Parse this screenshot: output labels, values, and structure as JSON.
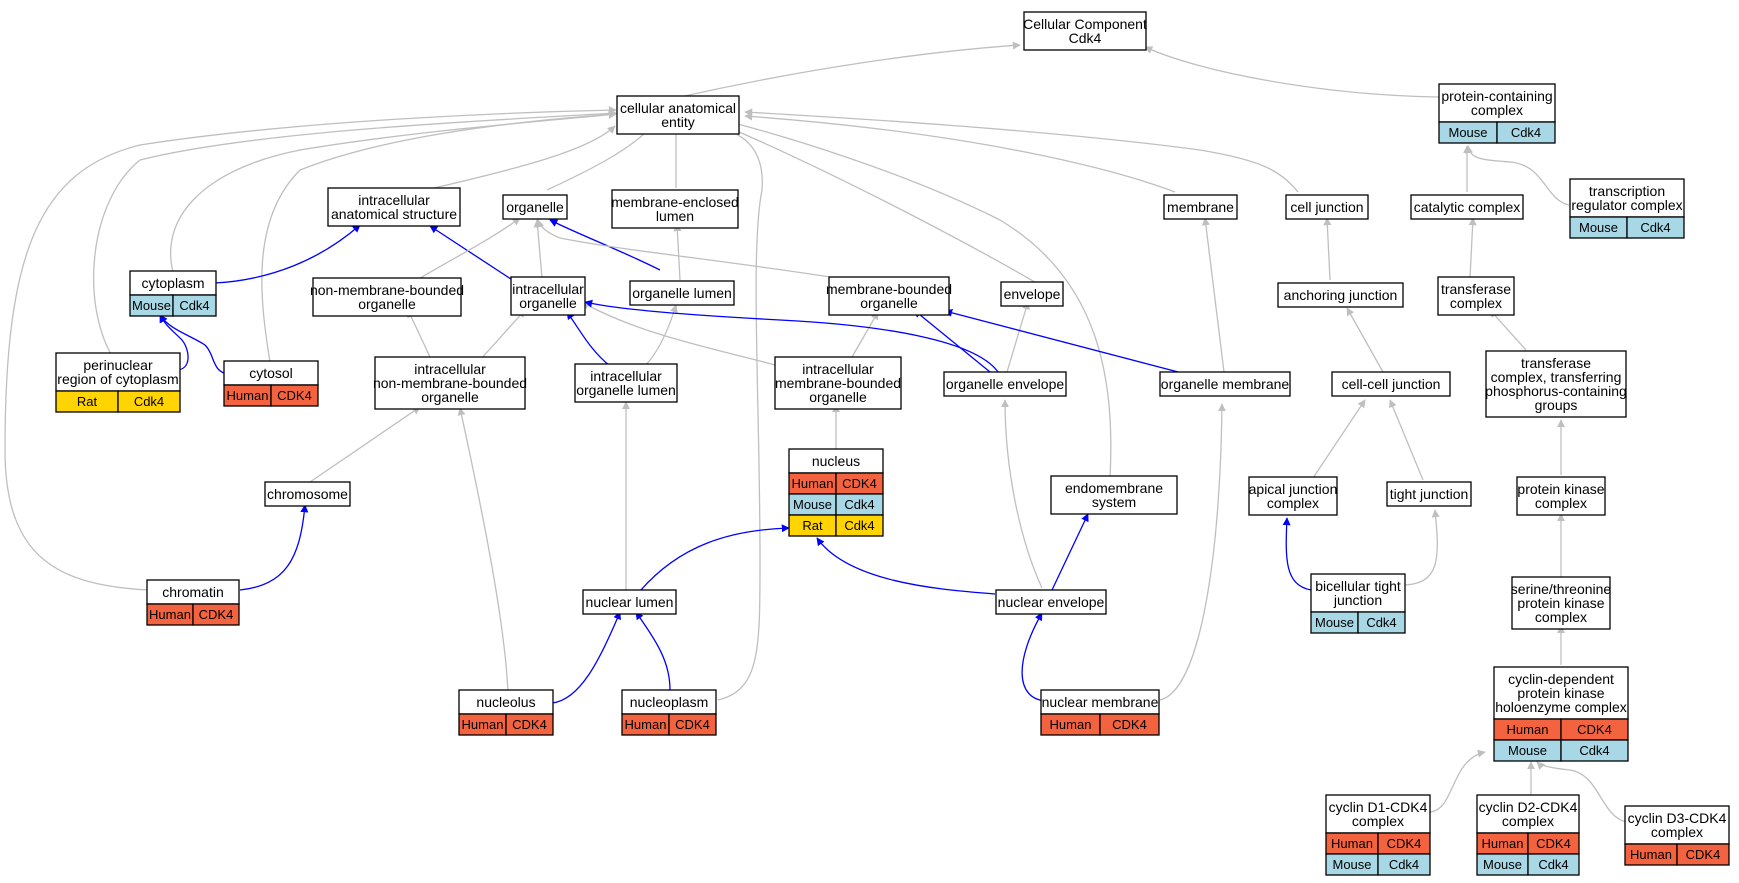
{
  "colors": {
    "Human": "#f4633f",
    "Mouse": "#a8d7e5",
    "Rat": "#ffd400",
    "edge_gray": "#bfbfbf",
    "edge_blue": "#0000ff"
  },
  "nodes": [
    {
      "id": "root",
      "lines": [
        "Cellular Component",
        "Cdk4"
      ],
      "rows": []
    },
    {
      "id": "cae",
      "lines": [
        "cellular anatomical",
        "entity"
      ],
      "rows": []
    },
    {
      "id": "pcc",
      "lines": [
        "protein-containing",
        "complex"
      ],
      "rows": [
        [
          "Mouse",
          "Cdk4"
        ]
      ]
    },
    {
      "id": "ias",
      "lines": [
        "intracellular",
        "anatomical structure"
      ],
      "rows": []
    },
    {
      "id": "org",
      "lines": [
        "organelle"
      ],
      "rows": []
    },
    {
      "id": "mel",
      "lines": [
        "membrane-enclosed",
        "lumen"
      ],
      "rows": []
    },
    {
      "id": "mem",
      "lines": [
        "membrane"
      ],
      "rows": []
    },
    {
      "id": "cj",
      "lines": [
        "cell junction"
      ],
      "rows": []
    },
    {
      "id": "cc",
      "lines": [
        "catalytic complex"
      ],
      "rows": []
    },
    {
      "id": "trc",
      "lines": [
        "transcription",
        "regulator complex"
      ],
      "rows": [
        [
          "Mouse",
          "Cdk4"
        ]
      ]
    },
    {
      "id": "cyto",
      "lines": [
        "cytoplasm"
      ],
      "rows": [
        [
          "Mouse",
          "Cdk4"
        ]
      ]
    },
    {
      "id": "nmbo",
      "lines": [
        "non-membrane-bounded",
        "organelle"
      ],
      "rows": []
    },
    {
      "id": "io",
      "lines": [
        "intracellular",
        "organelle"
      ],
      "rows": []
    },
    {
      "id": "ol",
      "lines": [
        "organelle lumen"
      ],
      "rows": []
    },
    {
      "id": "mbo",
      "lines": [
        "membrane-bounded",
        "organelle"
      ],
      "rows": []
    },
    {
      "id": "env",
      "lines": [
        "envelope"
      ],
      "rows": []
    },
    {
      "id": "aj",
      "lines": [
        "anchoring junction"
      ],
      "rows": []
    },
    {
      "id": "tc",
      "lines": [
        "transferase",
        "complex"
      ],
      "rows": []
    },
    {
      "id": "prc",
      "lines": [
        "perinuclear",
        "region of cytoplasm"
      ],
      "rows": [
        [
          "Rat",
          "Cdk4"
        ]
      ]
    },
    {
      "id": "cytosol",
      "lines": [
        "cytosol"
      ],
      "rows": [
        [
          "Human",
          "CDK4"
        ]
      ]
    },
    {
      "id": "inmbo",
      "lines": [
        "intracellular",
        "non-membrane-bounded",
        "organelle"
      ],
      "rows": []
    },
    {
      "id": "iol",
      "lines": [
        "intracellular",
        "organelle lumen"
      ],
      "rows": []
    },
    {
      "id": "imbo",
      "lines": [
        "intracellular",
        "membrane-bounded",
        "organelle"
      ],
      "rows": []
    },
    {
      "id": "oe",
      "lines": [
        "organelle envelope"
      ],
      "rows": []
    },
    {
      "id": "om",
      "lines": [
        "organelle membrane"
      ],
      "rows": []
    },
    {
      "id": "ccj",
      "lines": [
        "cell-cell junction"
      ],
      "rows": []
    },
    {
      "id": "tctp",
      "lines": [
        "transferase",
        "complex, transferring",
        "phosphorus-containing",
        "groups"
      ],
      "rows": []
    },
    {
      "id": "nuc",
      "lines": [
        "nucleus"
      ],
      "rows": [
        [
          "Human",
          "CDK4"
        ],
        [
          "Mouse",
          "Cdk4"
        ],
        [
          "Rat",
          "Cdk4"
        ]
      ]
    },
    {
      "id": "chr",
      "lines": [
        "chromosome"
      ],
      "rows": []
    },
    {
      "id": "ems",
      "lines": [
        "endomembrane",
        "system"
      ],
      "rows": []
    },
    {
      "id": "ajc",
      "lines": [
        "apical junction",
        "complex"
      ],
      "rows": []
    },
    {
      "id": "tj",
      "lines": [
        "tight junction"
      ],
      "rows": []
    },
    {
      "id": "pkc",
      "lines": [
        "protein kinase",
        "complex"
      ],
      "rows": []
    },
    {
      "id": "chrom",
      "lines": [
        "chromatin"
      ],
      "rows": [
        [
          "Human",
          "CDK4"
        ]
      ]
    },
    {
      "id": "nl",
      "lines": [
        "nuclear lumen"
      ],
      "rows": []
    },
    {
      "id": "ne",
      "lines": [
        "nuclear envelope"
      ],
      "rows": []
    },
    {
      "id": "btj",
      "lines": [
        "bicellular tight",
        "junction"
      ],
      "rows": [
        [
          "Mouse",
          "Cdk4"
        ]
      ]
    },
    {
      "id": "stpkc",
      "lines": [
        "serine/threonine",
        "protein kinase",
        "complex"
      ],
      "rows": []
    },
    {
      "id": "nucleolus",
      "lines": [
        "nucleolus"
      ],
      "rows": [
        [
          "Human",
          "CDK4"
        ]
      ]
    },
    {
      "id": "nucleoplasm",
      "lines": [
        "nucleoplasm"
      ],
      "rows": [
        [
          "Human",
          "CDK4"
        ]
      ]
    },
    {
      "id": "nm",
      "lines": [
        "nuclear membrane"
      ],
      "rows": [
        [
          "Human",
          "CDK4"
        ]
      ]
    },
    {
      "id": "cdpkhc",
      "lines": [
        "cyclin-dependent",
        "protein kinase",
        "holoenzyme complex"
      ],
      "rows": [
        [
          "Human",
          "CDK4"
        ],
        [
          "Mouse",
          "Cdk4"
        ]
      ]
    },
    {
      "id": "d1",
      "lines": [
        "cyclin D1-CDK4",
        "complex"
      ],
      "rows": [
        [
          "Human",
          "CDK4"
        ],
        [
          "Mouse",
          "Cdk4"
        ]
      ]
    },
    {
      "id": "d2",
      "lines": [
        "cyclin D2-CDK4",
        "complex"
      ],
      "rows": [
        [
          "Human",
          "CDK4"
        ],
        [
          "Mouse",
          "Cdk4"
        ]
      ]
    },
    {
      "id": "d3",
      "lines": [
        "cyclin D3-CDK4",
        "complex"
      ],
      "rows": [
        [
          "Human",
          "CDK4"
        ]
      ]
    }
  ]
}
